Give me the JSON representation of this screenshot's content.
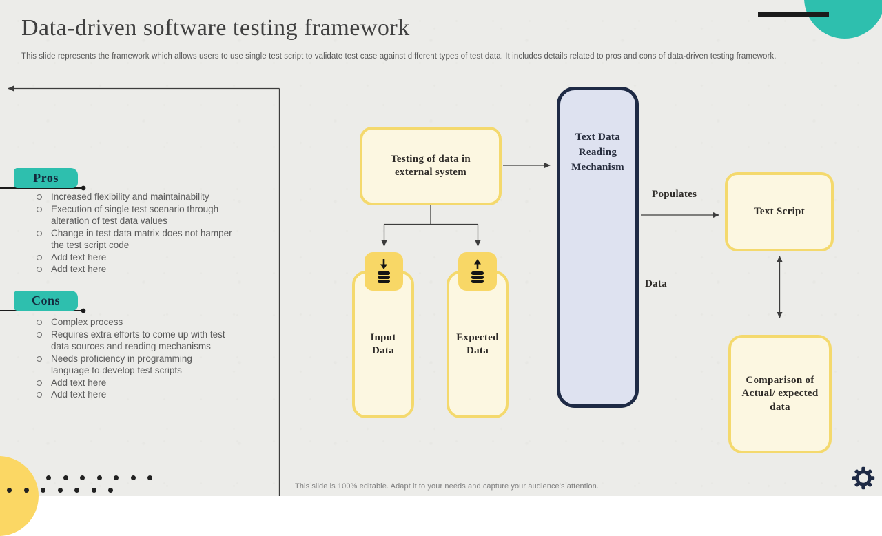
{
  "slide": {
    "title": "Data-driven software testing framework",
    "subtitle": "This slide represents the framework which allows users to use single test script to validate test case against different types of test data. It includes details related to pros and cons of data-driven testing framework.",
    "footer": "This slide is 100% editable. Adapt it to your needs and capture your audience's attention."
  },
  "pros": {
    "heading": "Pros",
    "items": [
      "Increased flexibility  and maintainability",
      "Execution of single test scenario through alteration of test data values",
      "Change in test data matrix does not hamper the test script code",
      "Add text here",
      "Add text here"
    ]
  },
  "cons": {
    "heading": "Cons",
    "items": [
      "Complex process",
      "Requires extra efforts to come up with test data sources and reading mechanisms",
      "Needs proficiency in programming language to develop test scripts",
      "Add text here",
      "Add text here"
    ]
  },
  "diagram": {
    "nodes": {
      "external_system": "Testing of  data in external system",
      "reading_mechanism": "Text Data Reading Mechanism",
      "input_data": "Input Data",
      "expected_data": "Expected Data",
      "text_script": "Text Script",
      "comparison": "Comparison of  Actual/ expected data"
    },
    "labels": {
      "populates": "Populates",
      "data": "Data"
    },
    "icons": {
      "input": "database-download-icon",
      "expected": "database-upload-icon",
      "corner": "gear-icon"
    }
  },
  "colors": {
    "background": "#ecece9",
    "teal": "#2ebfae",
    "yellow_fill": "#fcf7e1",
    "yellow_border": "#f4d96d",
    "yellow_solid": "#f8d766",
    "navy": "#1e2a45",
    "blue_fill": "#dee2f0",
    "line": "#3c3c3c",
    "text_gray": "#5b5b5b"
  }
}
